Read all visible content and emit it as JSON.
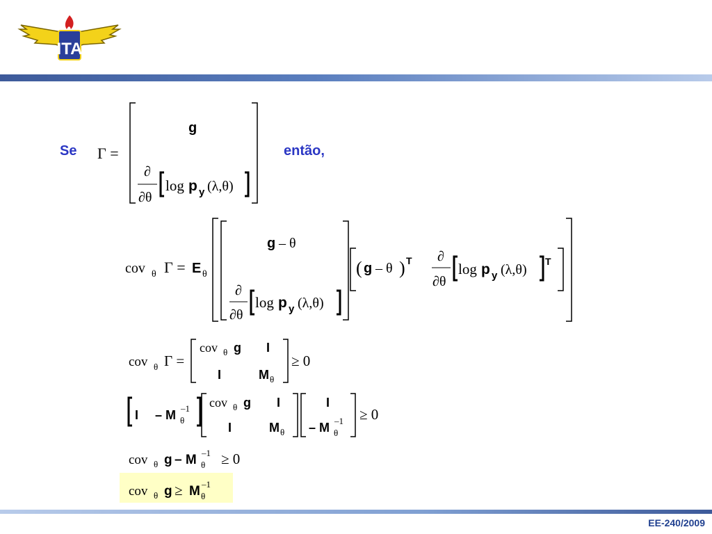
{
  "header": {
    "logo_text": "ITA",
    "colors": {
      "bar_dark": "#3d5a9a",
      "bar_light": "#b8cbea",
      "label_blue": "#2b37c4",
      "footer_blue": "#1f3f8f",
      "highlight": "#ffffc6"
    }
  },
  "slide": {
    "se_label": "Se",
    "entao_label": "então,",
    "footer": "EE-240/2009"
  },
  "eq1": {
    "lhs": "Γ =",
    "top": "g",
    "partial": "∂",
    "dtheta": "∂θ",
    "log": "log",
    "p": "p",
    "y": "y",
    "args": "(λ,θ)"
  },
  "eq2": {
    "cov": "cov",
    "theta": "θ",
    "gamma_eq": "Γ =",
    "E": "E",
    "g": "g",
    "minus_theta": "– θ",
    "paren_l": "(",
    "paren_r": ")",
    "T": "T",
    "partial": "∂",
    "dtheta": "∂θ",
    "log": "log",
    "p": "p",
    "y": "y",
    "args": "(λ,θ)"
  },
  "eq3": {
    "cov": "cov",
    "theta": "θ",
    "gamma_eq": "Γ =",
    "g": "g",
    "I": "I",
    "M": "M",
    "geq": "≥ 0"
  },
  "eq4": {
    "I": "I",
    "minus_M": "– M",
    "M": "M",
    "theta": "θ",
    "inv": "–1",
    "cov": "cov",
    "g": "g",
    "geq": "≥ 0"
  },
  "eq5": {
    "cov": "cov",
    "theta": "θ",
    "g": "g",
    "minus_M": "– M",
    "inv": "–1",
    "geq": "≥ 0"
  },
  "eq6": {
    "cov": "cov",
    "theta": "θ",
    "g": "g",
    "geq": "≥",
    "M": "M",
    "inv": "–1"
  }
}
